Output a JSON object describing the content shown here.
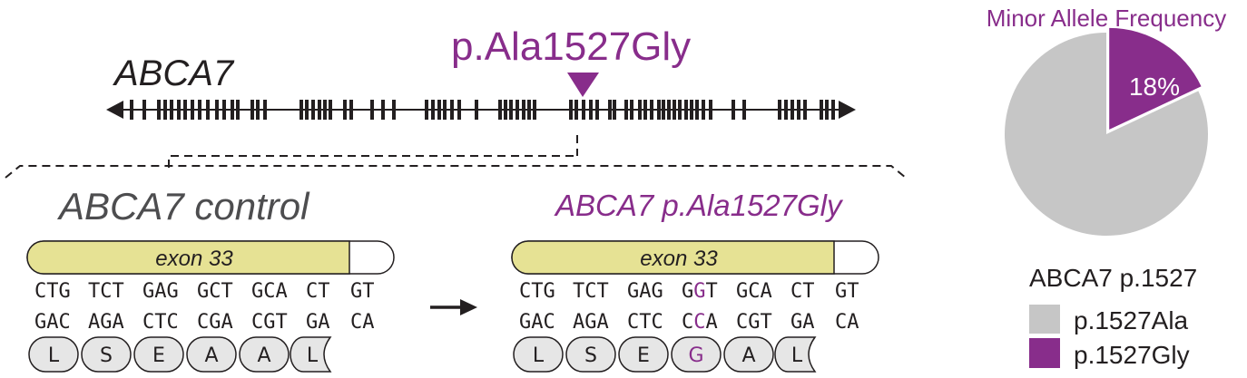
{
  "gene": {
    "name": "ABCA7",
    "variant_label": "p.Ala1527Gly"
  },
  "panels": {
    "control": {
      "title": "ABCA7 control",
      "exon_label": "exon 33",
      "top_codons": [
        "CTG",
        "TCT",
        "GAG",
        "GCT",
        "GCA",
        "CT",
        "GT"
      ],
      "bottom_codons": [
        "GAC",
        "AGA",
        "CTC",
        "CGA",
        "CGT",
        "GA",
        "CA"
      ],
      "amino_acids": [
        "L",
        "S",
        "E",
        "A",
        "A",
        "L"
      ]
    },
    "variant": {
      "title": "ABCA7 p.Ala1527Gly",
      "exon_label": "exon 33",
      "top_codons": [
        "CTG",
        "TCT",
        "GAG",
        "G",
        "G",
        "T",
        "GCA",
        "CT",
        "GT"
      ],
      "bottom_codons": [
        "GAC",
        "AGA",
        "CTC",
        "C",
        "C",
        "A",
        "CGT",
        "GA",
        "CA"
      ],
      "amino_acids": [
        "L",
        "S",
        "E",
        "G",
        "A",
        "L"
      ]
    }
  },
  "pie": {
    "title": "Minor Allele Frequency",
    "minor_label": "18%",
    "minor_fraction": 0.18
  },
  "legend": {
    "title": "ABCA7 p.1527",
    "items": [
      {
        "label": "p.1527Ala",
        "color": "#c6c6c6"
      },
      {
        "label": "p.1527Gly",
        "color": "#882d8b"
      }
    ]
  },
  "colors": {
    "purple": "#882d8b",
    "grey": "#c6c6c6",
    "exon_fill": "#e6e294",
    "gene_black": "#231f20",
    "aa_fill": "#e6e6e6"
  }
}
